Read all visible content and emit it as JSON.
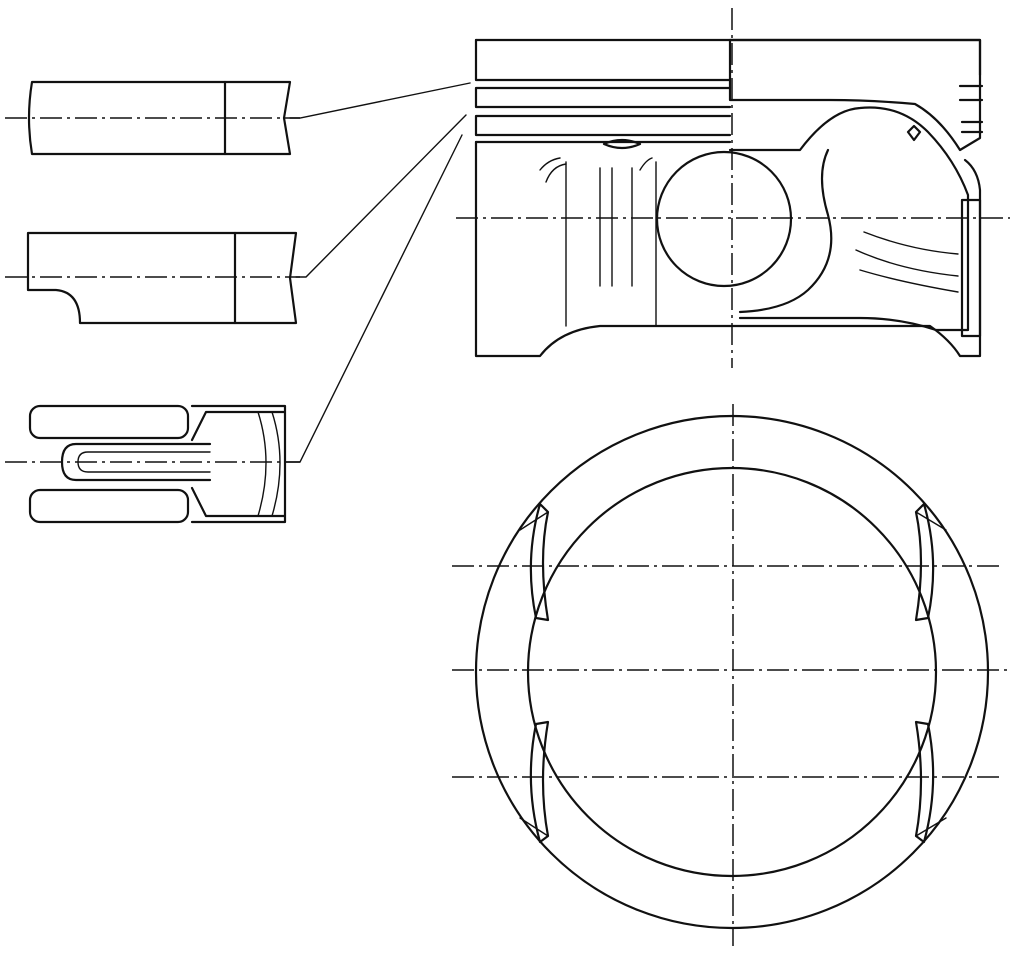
{
  "drawing": {
    "ink_color": "#111111",
    "background_color": "#ffffff",
    "components": [
      "top-compression-ring-section",
      "second-compression-ring-section",
      "oil-control-ring-section",
      "piston-half-section",
      "piston-bottom-view"
    ]
  }
}
